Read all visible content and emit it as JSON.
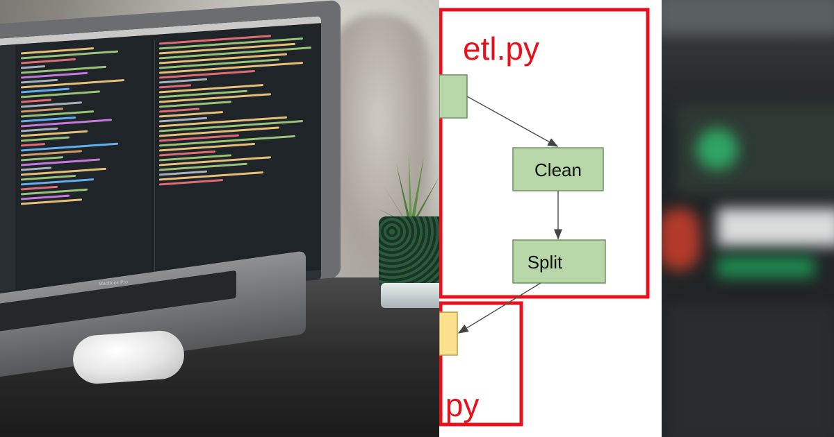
{
  "left_photo": {
    "subject": "laptop-with-code-editor",
    "laptop_label": "MacBook Pro"
  },
  "diagram": {
    "outer_label": "etl.py",
    "lower_label": ".py",
    "nodes": [
      {
        "id": "top",
        "label": ""
      },
      {
        "id": "clean",
        "label": "Clean"
      },
      {
        "id": "split",
        "label": "Split"
      },
      {
        "id": "bottom",
        "label": ""
      }
    ],
    "colors": {
      "frame": "#e8101a",
      "node_green": "#b7d7a8",
      "node_green_border": "#6f8f60",
      "node_yellow": "#fbe08d",
      "node_yellow_border": "#b89a4a",
      "arrow": "#555555",
      "text_red": "#e8101a"
    }
  },
  "right_photo": {
    "subject": "blurred-app-screen"
  }
}
